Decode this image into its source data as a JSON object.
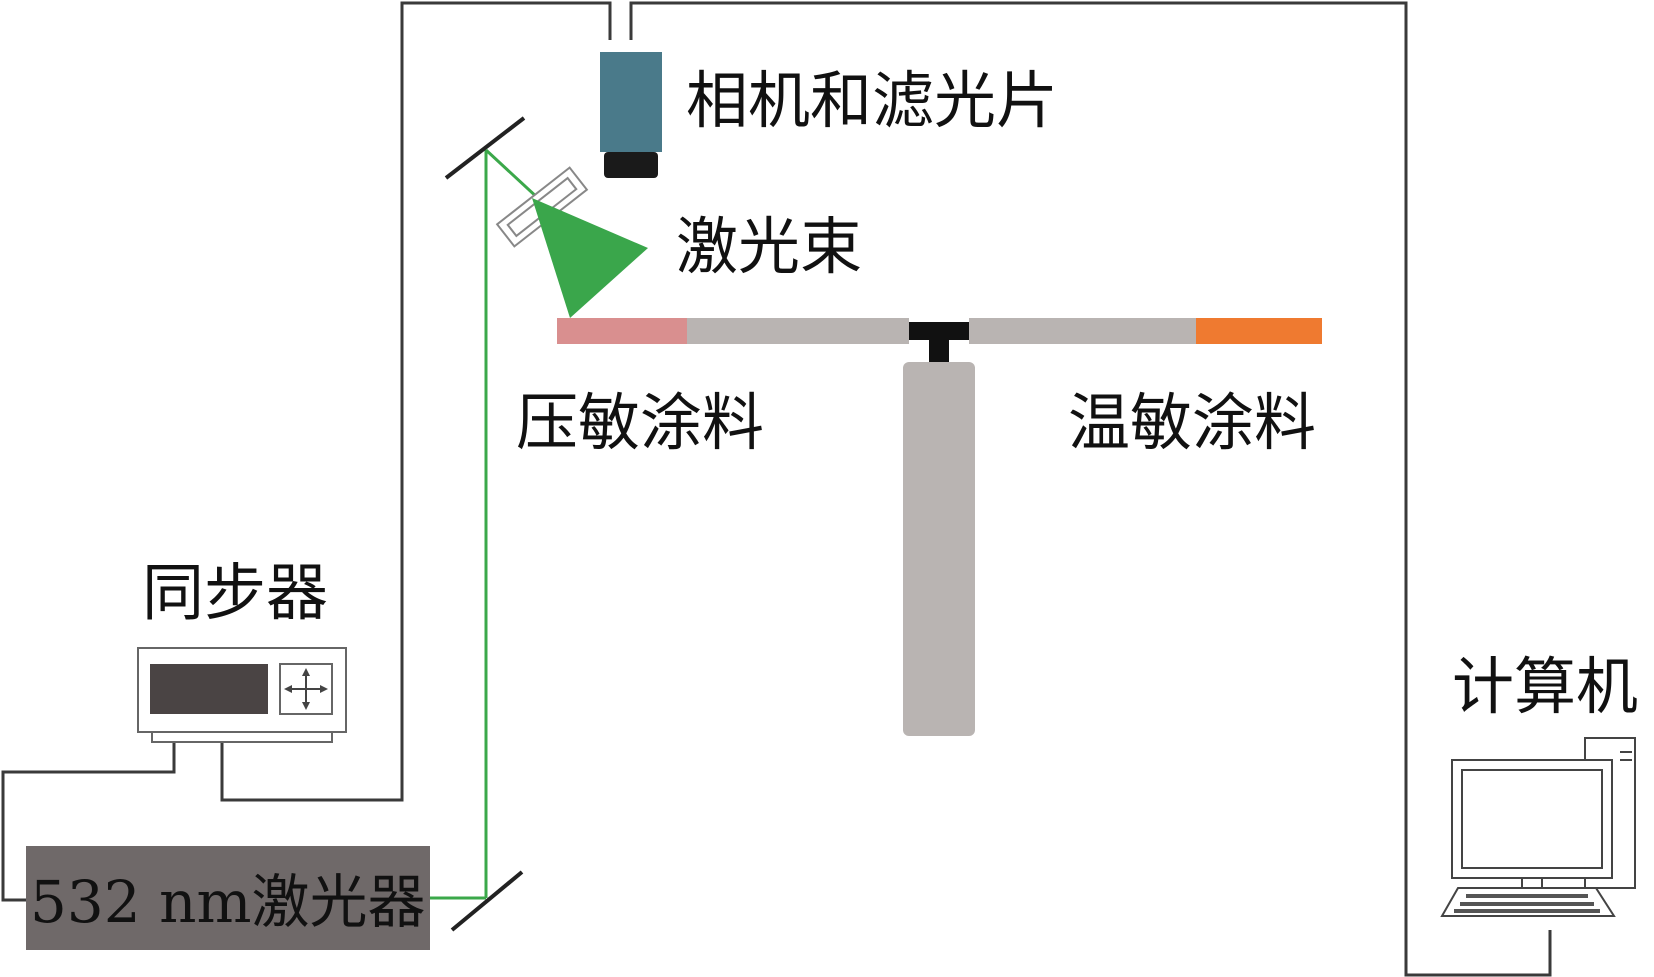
{
  "labels": {
    "camera": "相机和滤光片",
    "laser_beam": "激光束",
    "psp": "压敏涂料",
    "tsp": "温敏涂料",
    "synchronizer": "同步器",
    "computer": "计算机",
    "laser": "532 nm激光器"
  },
  "colors": {
    "wire": "#3a3a3a",
    "laser_line": "#3ba84a",
    "beam_fan": "#3aa64b",
    "camera_body": "#4a7a8a",
    "camera_lens": "#1a1a1a",
    "psp_paint": "#d98f8f",
    "tsp_paint": "#ef7a30",
    "model": "#b9b4b2",
    "laser_box": "#6f6969",
    "sync_display": "#4a4444",
    "mount": "#111111"
  }
}
